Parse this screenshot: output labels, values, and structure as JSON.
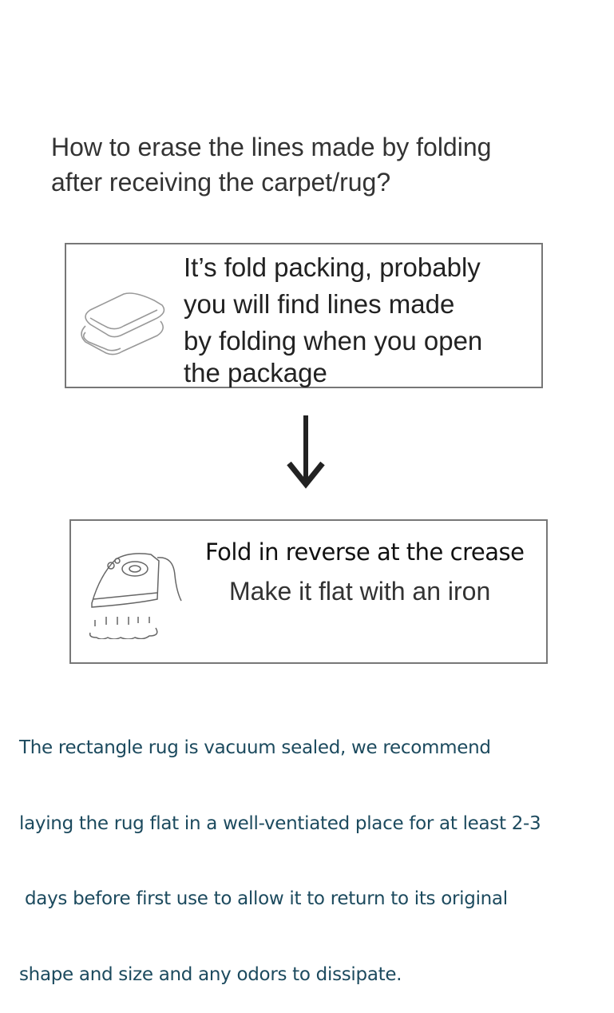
{
  "heading": {
    "line1": "How to erase the lines made by folding",
    "line2": "after receiving the carpet/rug?"
  },
  "step1": {
    "icon": "folded-rug-icon",
    "lines": [
      "It’s fold packing, probably",
      "you will find lines made",
      "by folding when you open",
      "the package"
    ]
  },
  "arrow_icon": "down-arrow-icon",
  "step2": {
    "icon": "iron-icon",
    "line1": "Fold in reverse at the crease",
    "line2": "Make it flat with an iron"
  },
  "note": {
    "lines": [
      "The rectangle rug is vacuum sealed, we recommend",
      "laying the rug flat in a well-ventiated place for at least 2-3",
      " days before first use to allow it to return to its original",
      "shape and size and any odors to dissipate."
    ]
  },
  "colors": {
    "note_text": "#1c4a5e",
    "border": "#777777"
  }
}
